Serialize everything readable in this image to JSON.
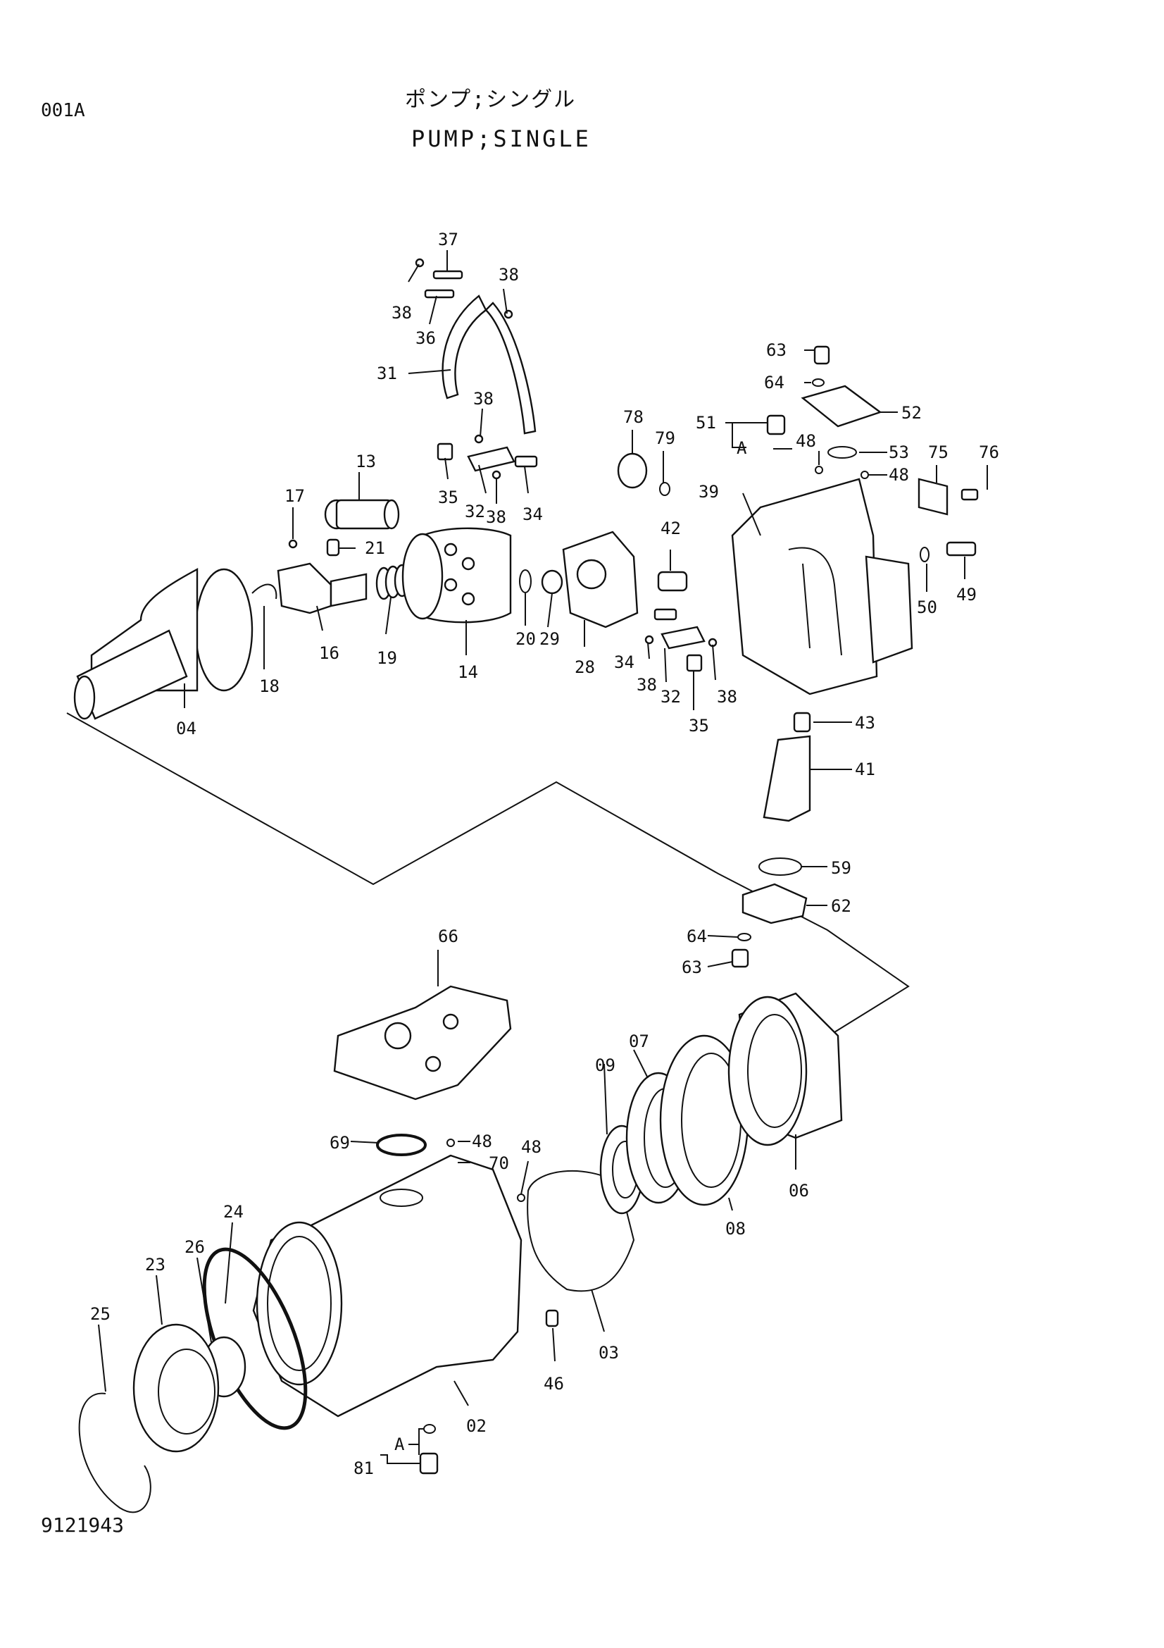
{
  "header": {
    "page_code": "001A",
    "title_jp": "ポンプ;シングル",
    "title_en": "PUMP;SINGLE"
  },
  "footer": {
    "drawing_number": "9121943"
  },
  "callouts": {
    "c37": "37",
    "c38a": "38",
    "c38b": "38",
    "c36": "36",
    "c31": "31",
    "c38c": "38",
    "c35a": "35",
    "c32a": "32",
    "c38d": "38",
    "c34a": "34",
    "c13": "13",
    "c17": "17",
    "c21": "21",
    "c16": "16",
    "c19": "19",
    "c14": "14",
    "c18": "18",
    "c04": "04",
    "c20": "20",
    "c29": "29",
    "c28": "28",
    "c42": "42",
    "c34b": "34",
    "c38e": "38",
    "c32b": "32",
    "c38f": "38",
    "c35b": "35",
    "c78": "78",
    "c79": "79",
    "c51": "51",
    "cA1": "A",
    "c63a": "63",
    "c64a": "64",
    "c52": "52",
    "c48a": "48",
    "c53": "53",
    "c48b": "48",
    "c75": "75",
    "c76": "76",
    "c39": "39",
    "c49": "49",
    "c50": "50",
    "c43": "43",
    "c41": "41",
    "c59": "59",
    "c62": "62",
    "c64b": "64",
    "c63b": "63",
    "c66": "66",
    "c69": "69",
    "c48c": "48",
    "c70": "70",
    "c48d": "48",
    "c07": "07",
    "c09": "09",
    "c06": "06",
    "c08": "08",
    "c03": "03",
    "c46": "46",
    "c02": "02",
    "cA2": "A",
    "c81": "81",
    "c24": "24",
    "c26": "26",
    "c23": "23",
    "c25": "25"
  }
}
